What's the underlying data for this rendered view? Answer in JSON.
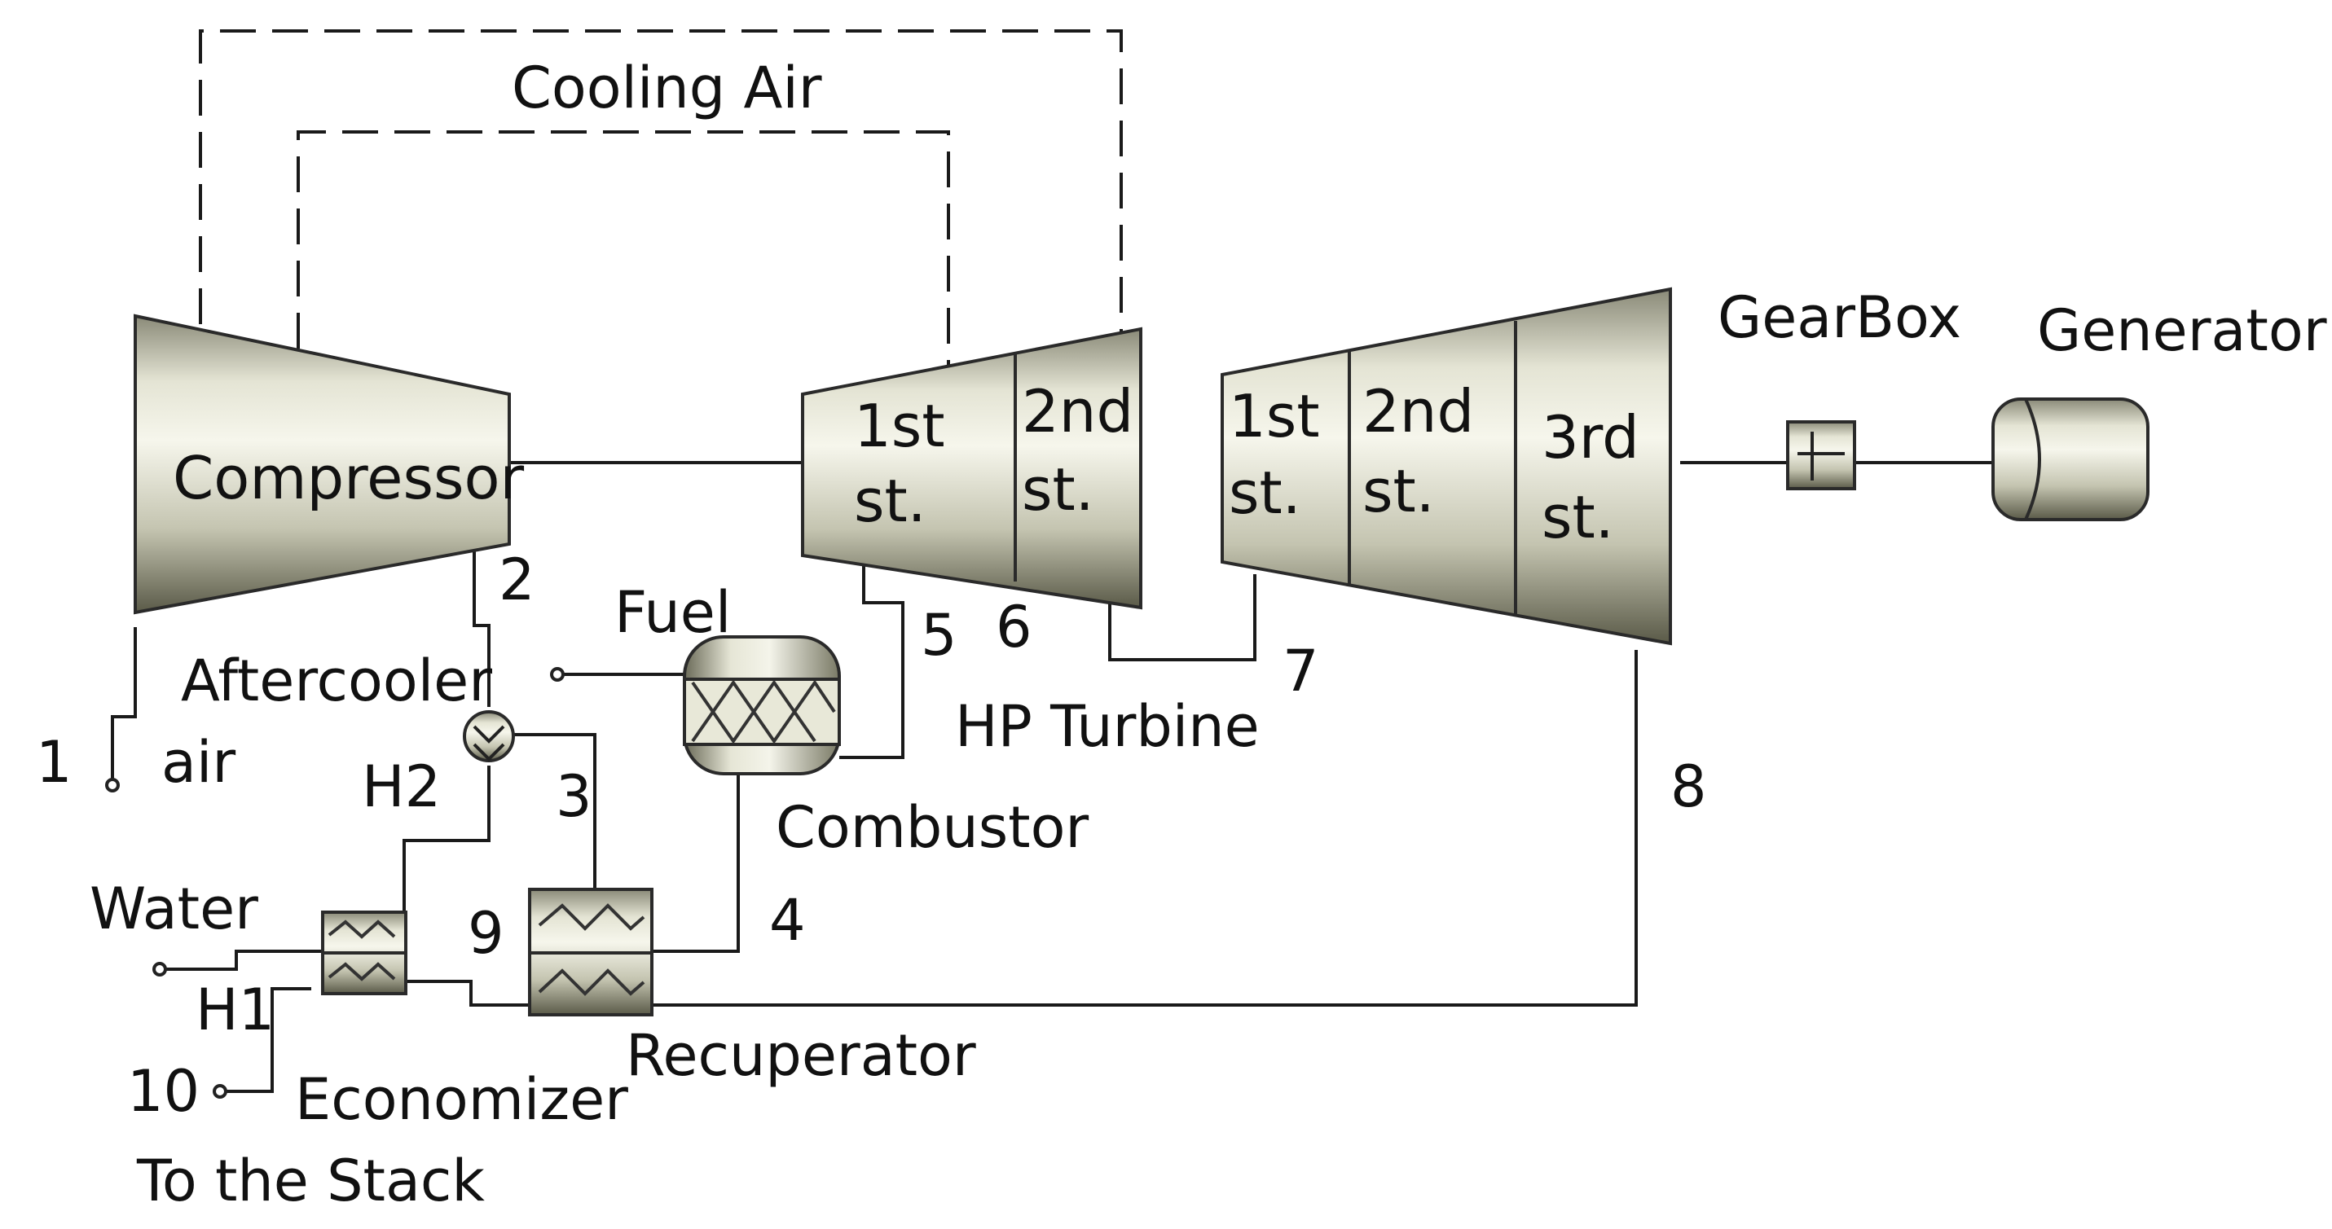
{
  "labels": {
    "cooling_air": "Cooling Air",
    "compressor": "Compressor",
    "hp_stage1_a": "1st",
    "hp_stage1_b": "st.",
    "hp_stage2_a": "2nd",
    "hp_stage2_b": "st.",
    "lp_stage1_a": "1st",
    "lp_stage1_b": "st.",
    "lp_stage2_a": "2nd",
    "lp_stage2_b": "st.",
    "lp_stage3_a": "3rd",
    "lp_stage3_b": "st.",
    "gearbox": "GearBox",
    "generator": "Generator",
    "fuel": "Fuel",
    "aftercooler": "Aftercooler",
    "air": "air",
    "hp_turbine": "HP Turbine",
    "combustor": "Combustor",
    "water": "Water",
    "recuperator": "Recuperator",
    "economizer": "Economizer",
    "to_the_stack": "To the Stack",
    "h1": "H1",
    "h2": "H2"
  },
  "stream_numbers": {
    "s1": "1",
    "s2": "2",
    "s3": "3",
    "s4": "4",
    "s5": "5",
    "s6": "6",
    "s7": "7",
    "s8": "8",
    "s9": "9",
    "s10": "10"
  }
}
